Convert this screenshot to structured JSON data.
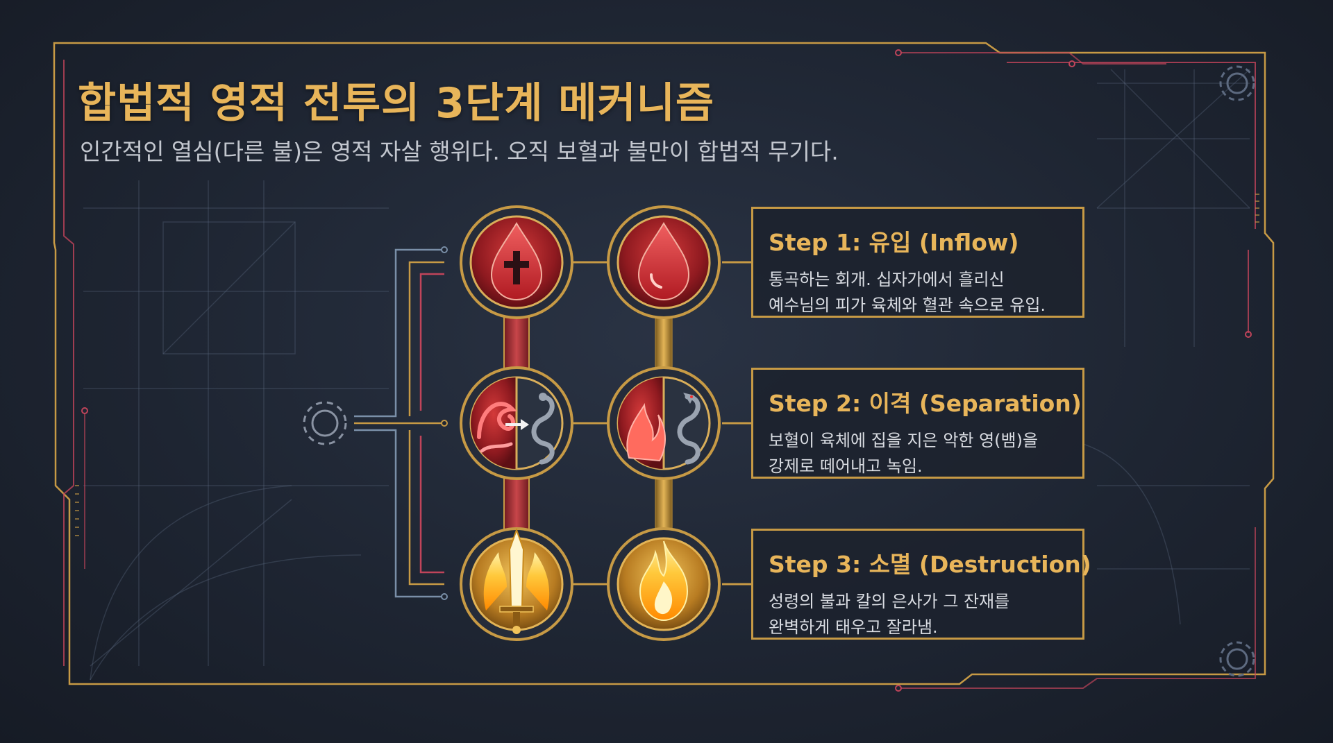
{
  "title": "합법적 영적 전투의 3단계 메커니즘",
  "subtitle": "인간적인 열심(다른 불)은 영적 자살 행위다. 오직 보혈과 불만이 합법적 무기다.",
  "steps": [
    {
      "title": "Step 1: 유입 (Inflow)",
      "desc_lines": [
        "통곡하는 회개. 십자가에서 흘리신",
        "예수님의 피가 육체와 혈관 속으로 유입."
      ],
      "icons": [
        "blood-drop-cross-icon",
        "blood-drop-icon"
      ]
    },
    {
      "title": "Step 2: 이격 (Separation)",
      "desc_lines": [
        "보혈이 육체에 집을 지은 악한 영(뱀)을",
        "강제로 떼어내고 녹임."
      ],
      "icons": [
        "blood-wave-serpent-icon",
        "flame-serpent-icon"
      ]
    },
    {
      "title": "Step 3: 소멸 (Destruction)",
      "desc_lines": [
        "성령의 불과 칼의 은사가 그 잔재를",
        "완벽하게 태우고 잘라냄."
      ],
      "icons": [
        "flaming-sword-icon",
        "fire-icon"
      ]
    }
  ],
  "colors": {
    "gold": "#e8b55a",
    "frame_gold": "#c79a45",
    "blood_red": "#b3232b",
    "circuit_red": "#c0445a",
    "circuit_blue": "#7a8fa8",
    "background": "#1e2532"
  },
  "decorative_icons": [
    "gear-icon"
  ]
}
